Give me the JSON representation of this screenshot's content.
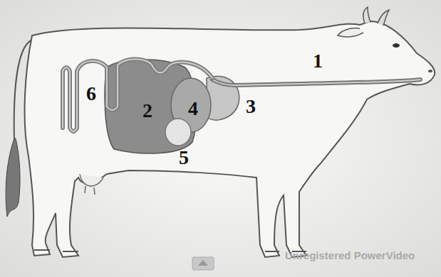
{
  "diagram": {
    "labels": [
      "1",
      "2",
      "3",
      "4",
      "5",
      "6",
      "Unregistered PowerVideo"
    ]
  }
}
